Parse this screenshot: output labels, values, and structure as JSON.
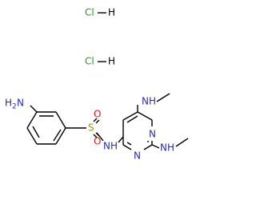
{
  "colors": {
    "bond": "#000000",
    "nitrogen": "#2a2ab8",
    "oxygen": "#e8131a",
    "sulfur": "#9a9a00",
    "chlorine": "#2f8f2f"
  },
  "molecule": {
    "hcl_1": {
      "cl": "Cl",
      "h": "H"
    },
    "hcl_2": {
      "cl": "Cl",
      "h": "H"
    },
    "amine": {
      "h": "H",
      "h_count": "2",
      "n": "N"
    },
    "sulfonyl": {
      "s": "S",
      "o_top": "O",
      "o_bottom": "O"
    },
    "sulfonamide": {
      "n": "N",
      "h": "H"
    },
    "ring_n1": "N",
    "ring_n2": "N",
    "nhme_top": {
      "n": "N",
      "h": "H"
    },
    "nhme_bottom": {
      "n": "N",
      "h": "H"
    }
  }
}
